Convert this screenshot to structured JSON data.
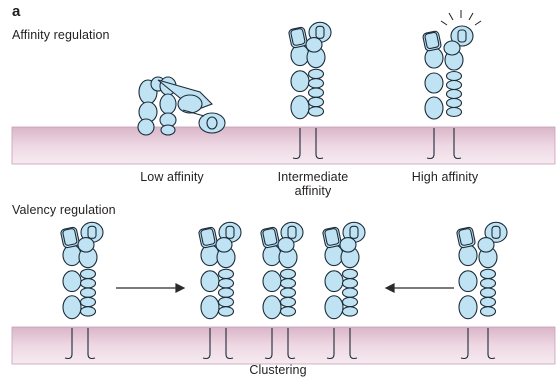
{
  "figure": {
    "panel_letter": "a",
    "section_1": {
      "title": "Affinity regulation",
      "states": [
        "Low affinity",
        "Intermediate affinity",
        "High affinity"
      ]
    },
    "section_2": {
      "title": "Valency regulation",
      "caption": "Clustering"
    },
    "colors": {
      "membrane": "#e9cfdc",
      "membrane_edge": "#c7a0b6",
      "integrin_fill": "#bfe3f3",
      "integrin_stroke": "#1d2c3a",
      "arrow": "#2b2b2b",
      "text": "#231f20"
    }
  }
}
